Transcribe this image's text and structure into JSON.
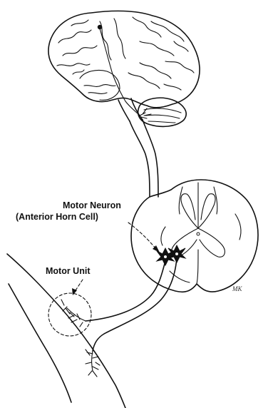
{
  "labels": {
    "motor_neuron_line1": "Motor Neuron",
    "motor_neuron_line2": "(Anterior Horn Cell)",
    "motor_unit": "Motor Unit"
  },
  "artist_mark": "MK",
  "colors": {
    "ink": "#111111",
    "background": "#ffffff"
  }
}
